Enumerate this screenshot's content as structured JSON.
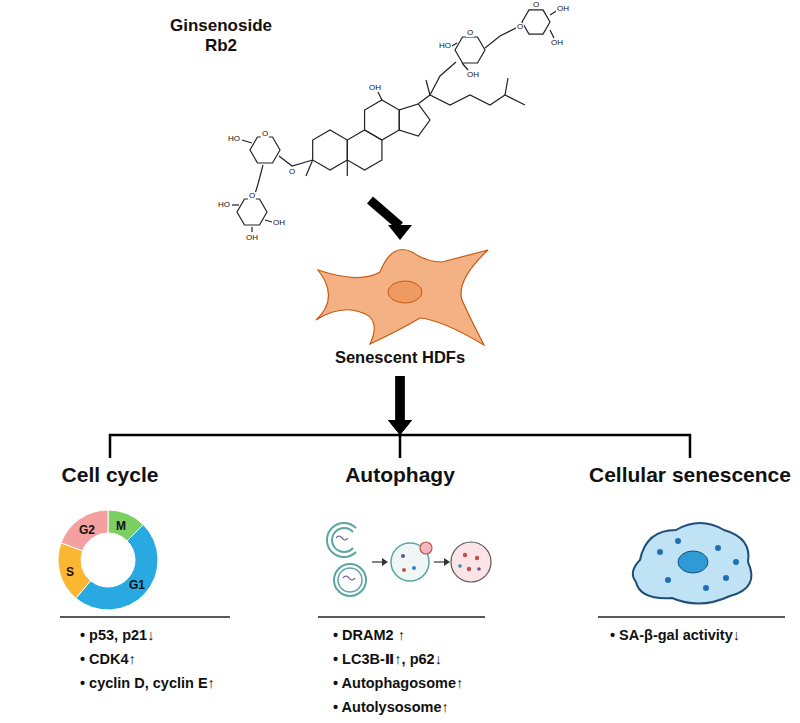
{
  "diagram": {
    "nodes": [
      {
        "text": [
          "Ginsenoside Rb2"
        ]
      },
      {
        "text": [
          "Senescent HDFs"
        ]
      },
      {
        "text": [
          "Cell cycle"
        ]
      },
      {
        "text": [
          "Autophagy"
        ]
      },
      {
        "text": [
          "Cellular senescence"
        ]
      }
    ],
    "edges": [
      {
        "from": 0,
        "to": 1,
        "arrow": "to"
      },
      {
        "from": 1,
        "to": 2,
        "arrow": "to"
      },
      {
        "from": 1,
        "to": 3,
        "arrow": "to"
      },
      {
        "from": 1,
        "to": 4,
        "arrow": "to"
      }
    ],
    "labels": [
      "O",
      "O",
      "OH",
      "OH",
      "O",
      "HO",
      "OH",
      "OH",
      "O",
      "O",
      "HO",
      "O",
      "HO",
      "OH",
      "OH",
      "G2",
      "M",
      "S",
      "G1",
      "• p53, p21↓",
      "• CDK4↑",
      "• cyclin D, cyclin E↑",
      "• DRAM2 ↑",
      "• LC3B-Ⅱ↑, p62↓",
      "• Autophagosome↑",
      "• Autolysosome↑",
      "• SA-β-gal activity↓"
    ]
  }
}
